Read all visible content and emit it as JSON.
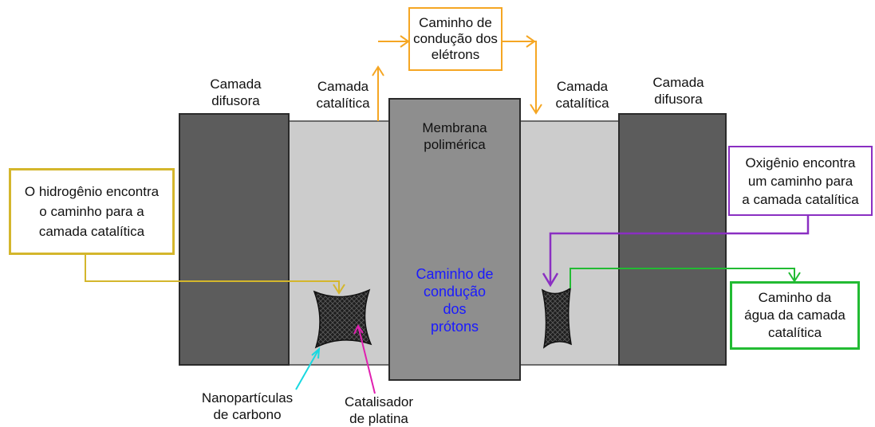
{
  "labels": {
    "diffusion_left": "Camada\ndifusora",
    "catalytic_left": "Camada\ncatalítica",
    "membrane": "Membrana\npolimérica",
    "catalytic_right": "Camada\ncatalítica",
    "diffusion_right": "Camada\ndifusora",
    "electron_path": "Caminho de\ncondução dos\nelétrons",
    "proton_path": "Caminho de\ncondução\ndos\nprótons",
    "hydrogen": "O hidrogênio encontra\no caminho para a\ncamada catalítica",
    "oxygen": "Oxigênio encontra\num caminho para\na camada catalítica",
    "water": "Caminho da\nágua da camada\ncatalítica",
    "carbon": "Nanopartículas\nde carbono",
    "platinum": "Catalisador\nde platina"
  },
  "colors": {
    "diffusion_layer": "#5c5c5c",
    "catalytic_layer": "#cccccc",
    "membrane": "#8e8e8e",
    "electron": "#f5a623",
    "hydrogen": "#d4b62c",
    "oxygen": "#8a2fc2",
    "water": "#22bb33",
    "proton_text": "#1a1aff",
    "carbon_arrow": "#18d8e0",
    "platinum_arrow": "#e020b0"
  },
  "icons": [
    "carbon-nanoparticle-icon",
    "arrowhead-icon"
  ]
}
